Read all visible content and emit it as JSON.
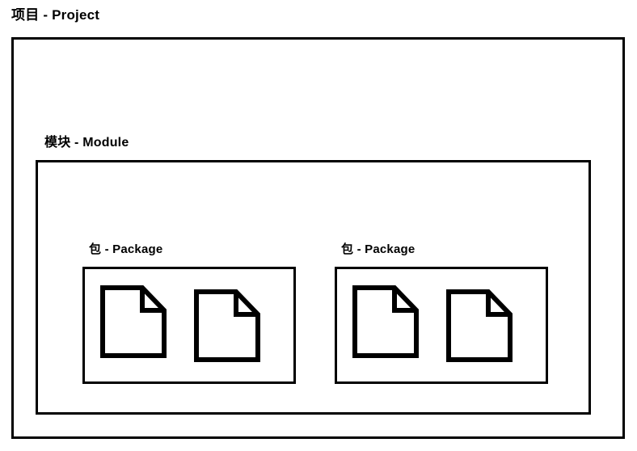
{
  "diagram": {
    "title_text": "项目 - Project",
    "background_color": "#ffffff",
    "line_color": "#000000",
    "levels": [
      {
        "name": "project",
        "label": "项目 - Project",
        "label_en": "Project",
        "label_zh": "项目"
      },
      {
        "name": "module",
        "label": "模块 - Module",
        "label_en": "Module",
        "label_zh": "模块"
      }
    ],
    "packages": [
      {
        "label": "包 - Package",
        "label_en": "Package",
        "label_zh": "包",
        "files": [
          {
            "icon": "file-document-icon"
          },
          {
            "icon": "file-document-icon"
          }
        ]
      },
      {
        "label": "包 - Package",
        "label_en": "Package",
        "label_zh": "包",
        "files": [
          {
            "icon": "file-document-icon"
          },
          {
            "icon": "file-document-icon"
          }
        ]
      }
    ]
  }
}
